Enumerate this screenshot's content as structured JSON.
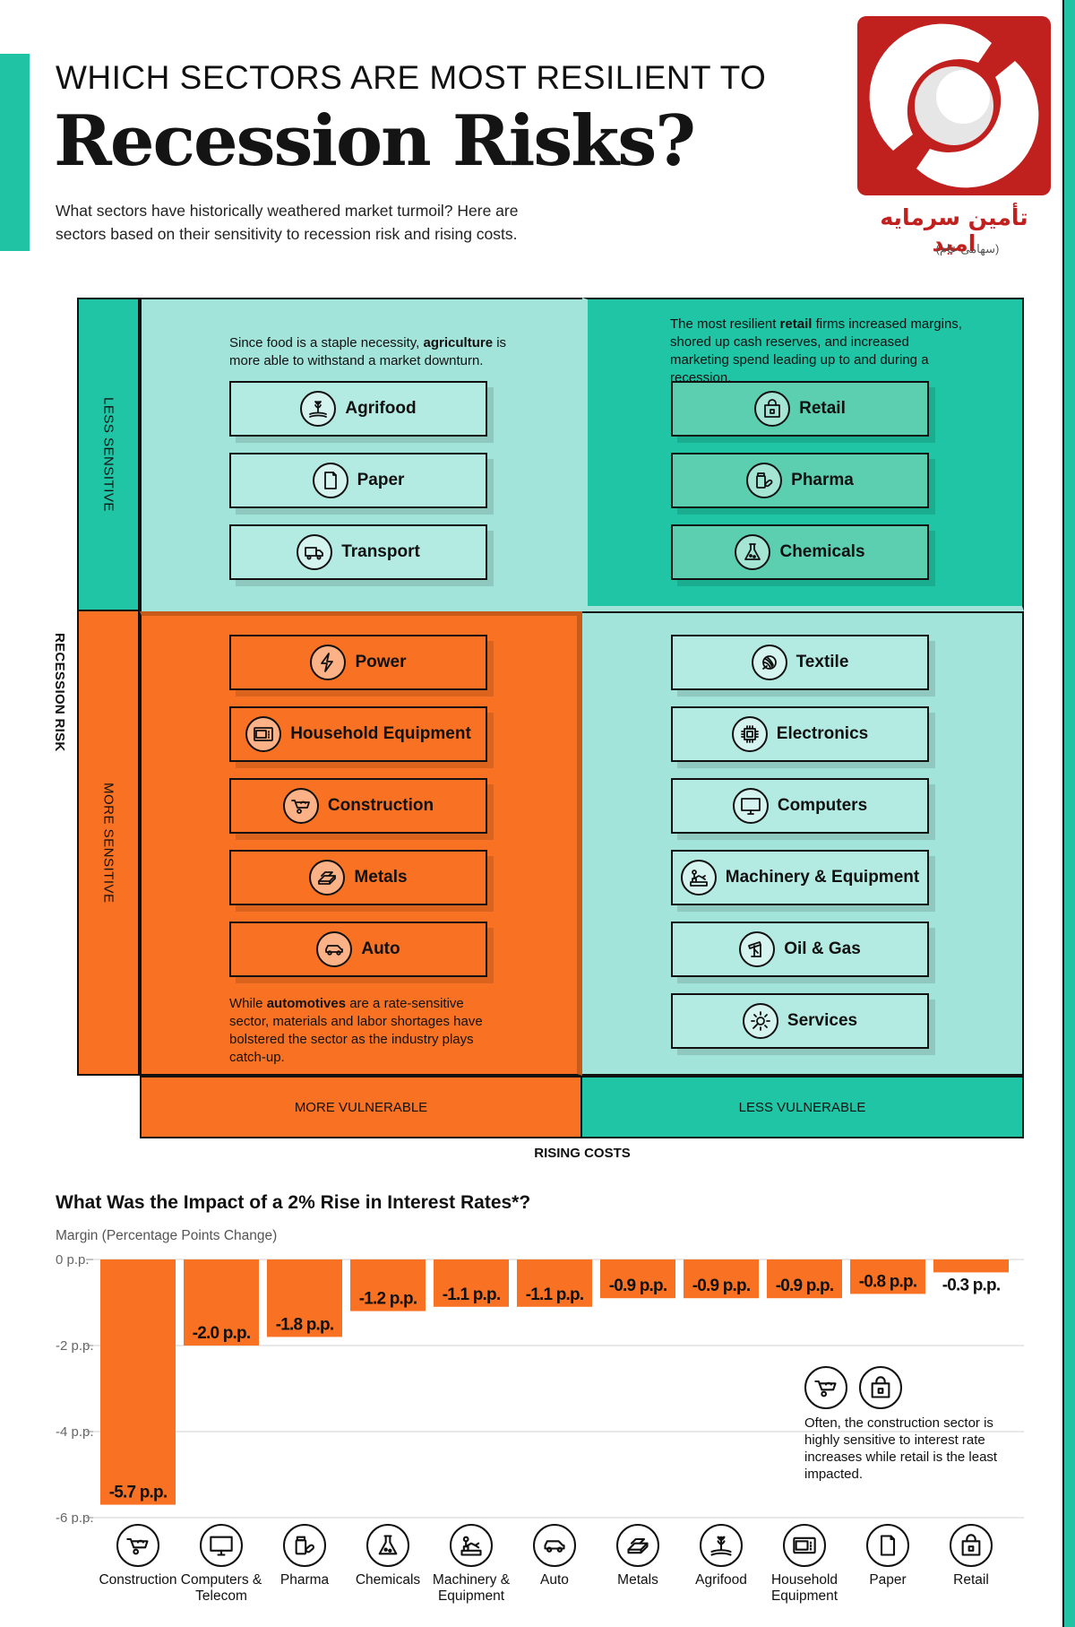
{
  "header": {
    "supertitle": "WHICH SECTORS ARE MOST RESILIENT TO",
    "title": "Recession Risks?",
    "subtitle": "What sectors have historically weathered market turmoil? Here are sectors based on their sensitivity to recession risk and rising costs."
  },
  "logo": {
    "text": "تأمین سرمایه امید",
    "sub": "(سهامی عام)",
    "colors": {
      "red": "#c0201e"
    }
  },
  "colors": {
    "teal_dark": "#1fc5a4",
    "teal_light": "#a3e4da",
    "orange": "#f97223",
    "sector_teal_dark": "#5ccfb0",
    "sector_teal_light": "#b3ebe3",
    "sector_orange": "#f97223"
  },
  "matrix": {
    "y_axis_title": "RECESSION RISK",
    "x_axis_title": "RISING COSTS",
    "y_top_label": "LESS SENSITIVE",
    "y_bottom_label": "MORE SENSITIVE",
    "x_left_label": "MORE VULNERABLE",
    "x_right_label": "LESS VULNERABLE",
    "note_top_left_pre": "Since food is a staple necessity, ",
    "note_top_left_bold": "agriculture",
    "note_top_left_post": " is more able to withstand a market downturn.",
    "note_top_right_pre": "The most resilient ",
    "note_top_right_bold": "retail",
    "note_top_right_post": " firms increased margins, shored up cash reserves, and increased marketing spend leading up to and during a recession.",
    "note_bottom_left_pre": "While ",
    "note_bottom_left_bold": "automotives",
    "note_bottom_left_post": " are a rate-sensitive sector, materials and labor shortages have bolstered the sector as the industry plays catch-up.",
    "quadrants": {
      "top_left": [
        {
          "label": "Agrifood",
          "icon": "wheat-icon"
        },
        {
          "label": "Paper",
          "icon": "paper-icon"
        },
        {
          "label": "Transport",
          "icon": "truck-icon"
        }
      ],
      "top_right": [
        {
          "label": "Retail",
          "icon": "shopping-bag-icon"
        },
        {
          "label": "Pharma",
          "icon": "pills-icon"
        },
        {
          "label": "Chemicals",
          "icon": "flask-icon"
        }
      ],
      "bottom_left": [
        {
          "label": "Power",
          "icon": "lightning-icon"
        },
        {
          "label": "Household Equipment",
          "icon": "microwave-icon"
        },
        {
          "label": "Construction",
          "icon": "wheelbarrow-icon"
        },
        {
          "label": "Metals",
          "icon": "metal-bars-icon"
        },
        {
          "label": "Auto",
          "icon": "car-icon"
        }
      ],
      "bottom_right": [
        {
          "label": "Textile",
          "icon": "yarn-icon"
        },
        {
          "label": "Electronics",
          "icon": "chip-icon"
        },
        {
          "label": "Computers",
          "icon": "monitor-icon"
        },
        {
          "label": "Machinery & Equipment",
          "icon": "robot-arm-icon"
        },
        {
          "label": "Oil & Gas",
          "icon": "oil-pump-icon"
        },
        {
          "label": "Services",
          "icon": "gear-wrench-icon"
        }
      ]
    }
  },
  "chart_data": {
    "type": "bar",
    "title": "What Was the Impact of a 2% Rise in Interest Rates*?",
    "ylabel": "Margin (Percentage Points Change)",
    "categories": [
      "Construction",
      "Computers & Telecom",
      "Pharma",
      "Chemicals",
      "Machinery & Equipment",
      "Auto",
      "Metals",
      "Agrifood",
      "Household Equipment",
      "Paper",
      "Retail"
    ],
    "values": [
      -5.7,
      -2.0,
      -1.8,
      -1.2,
      -1.1,
      -1.1,
      -0.9,
      -0.9,
      -0.9,
      -0.8,
      -0.3
    ],
    "value_labels": [
      "-5.7 p.p.",
      "-2.0 p.p.",
      "-1.8 p.p.",
      "-1.2 p.p.",
      "-1.1 p.p.",
      "-1.1 p.p.",
      "-0.9 p.p.",
      "-0.9 p.p.",
      "-0.9 p.p.",
      "-0.8 p.p.",
      "-0.3 p.p."
    ],
    "icons": [
      "wheelbarrow-icon",
      "monitor-icon",
      "pills-icon",
      "flask-icon",
      "robot-arm-icon",
      "car-icon",
      "metal-bars-icon",
      "wheat-icon",
      "microwave-icon",
      "paper-icon",
      "shopping-bag-icon"
    ],
    "ylim": [
      -6,
      0
    ],
    "yticks": [
      0,
      -2,
      -4,
      -6
    ],
    "ytick_labels": [
      "0 p.p.",
      "-2 p.p.",
      "-4 p.p.",
      "-6 p.p."
    ],
    "grid": true,
    "bar_color": "#f97223",
    "annotation": "Often, the construction sector is highly sensitive to interest rate increases while retail is the least impacted."
  }
}
